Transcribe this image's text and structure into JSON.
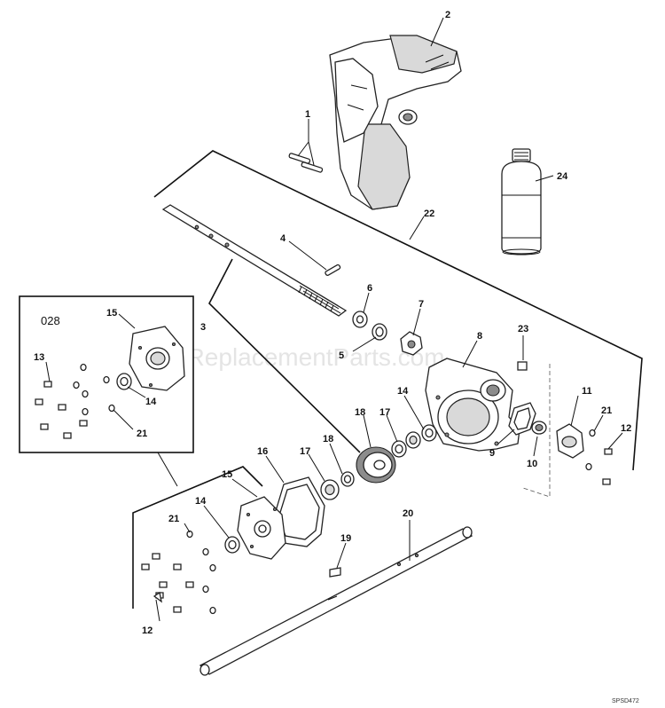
{
  "watermark": "eReplacementParts.com",
  "inset_label": "028",
  "drawing_ref": "SPSD472",
  "callouts": {
    "c1": "1",
    "c2": "2",
    "c3": "3",
    "c4": "4",
    "c5": "5",
    "c6": "6",
    "c7": "7",
    "c8": "8",
    "c9": "9",
    "c10": "10",
    "c11": "11",
    "c12a": "12",
    "c12b": "12",
    "c13": "13",
    "c14a": "14",
    "c14b": "14",
    "c14c": "14",
    "c15a": "15",
    "c15b": "15",
    "c16": "16",
    "c17a": "17",
    "c17b": "17",
    "c18a": "18",
    "c18b": "18",
    "c19": "19",
    "c20": "20",
    "c21a": "21",
    "c21b": "21",
    "c21c": "21",
    "c22": "22",
    "c23": "23",
    "c24": "24"
  }
}
